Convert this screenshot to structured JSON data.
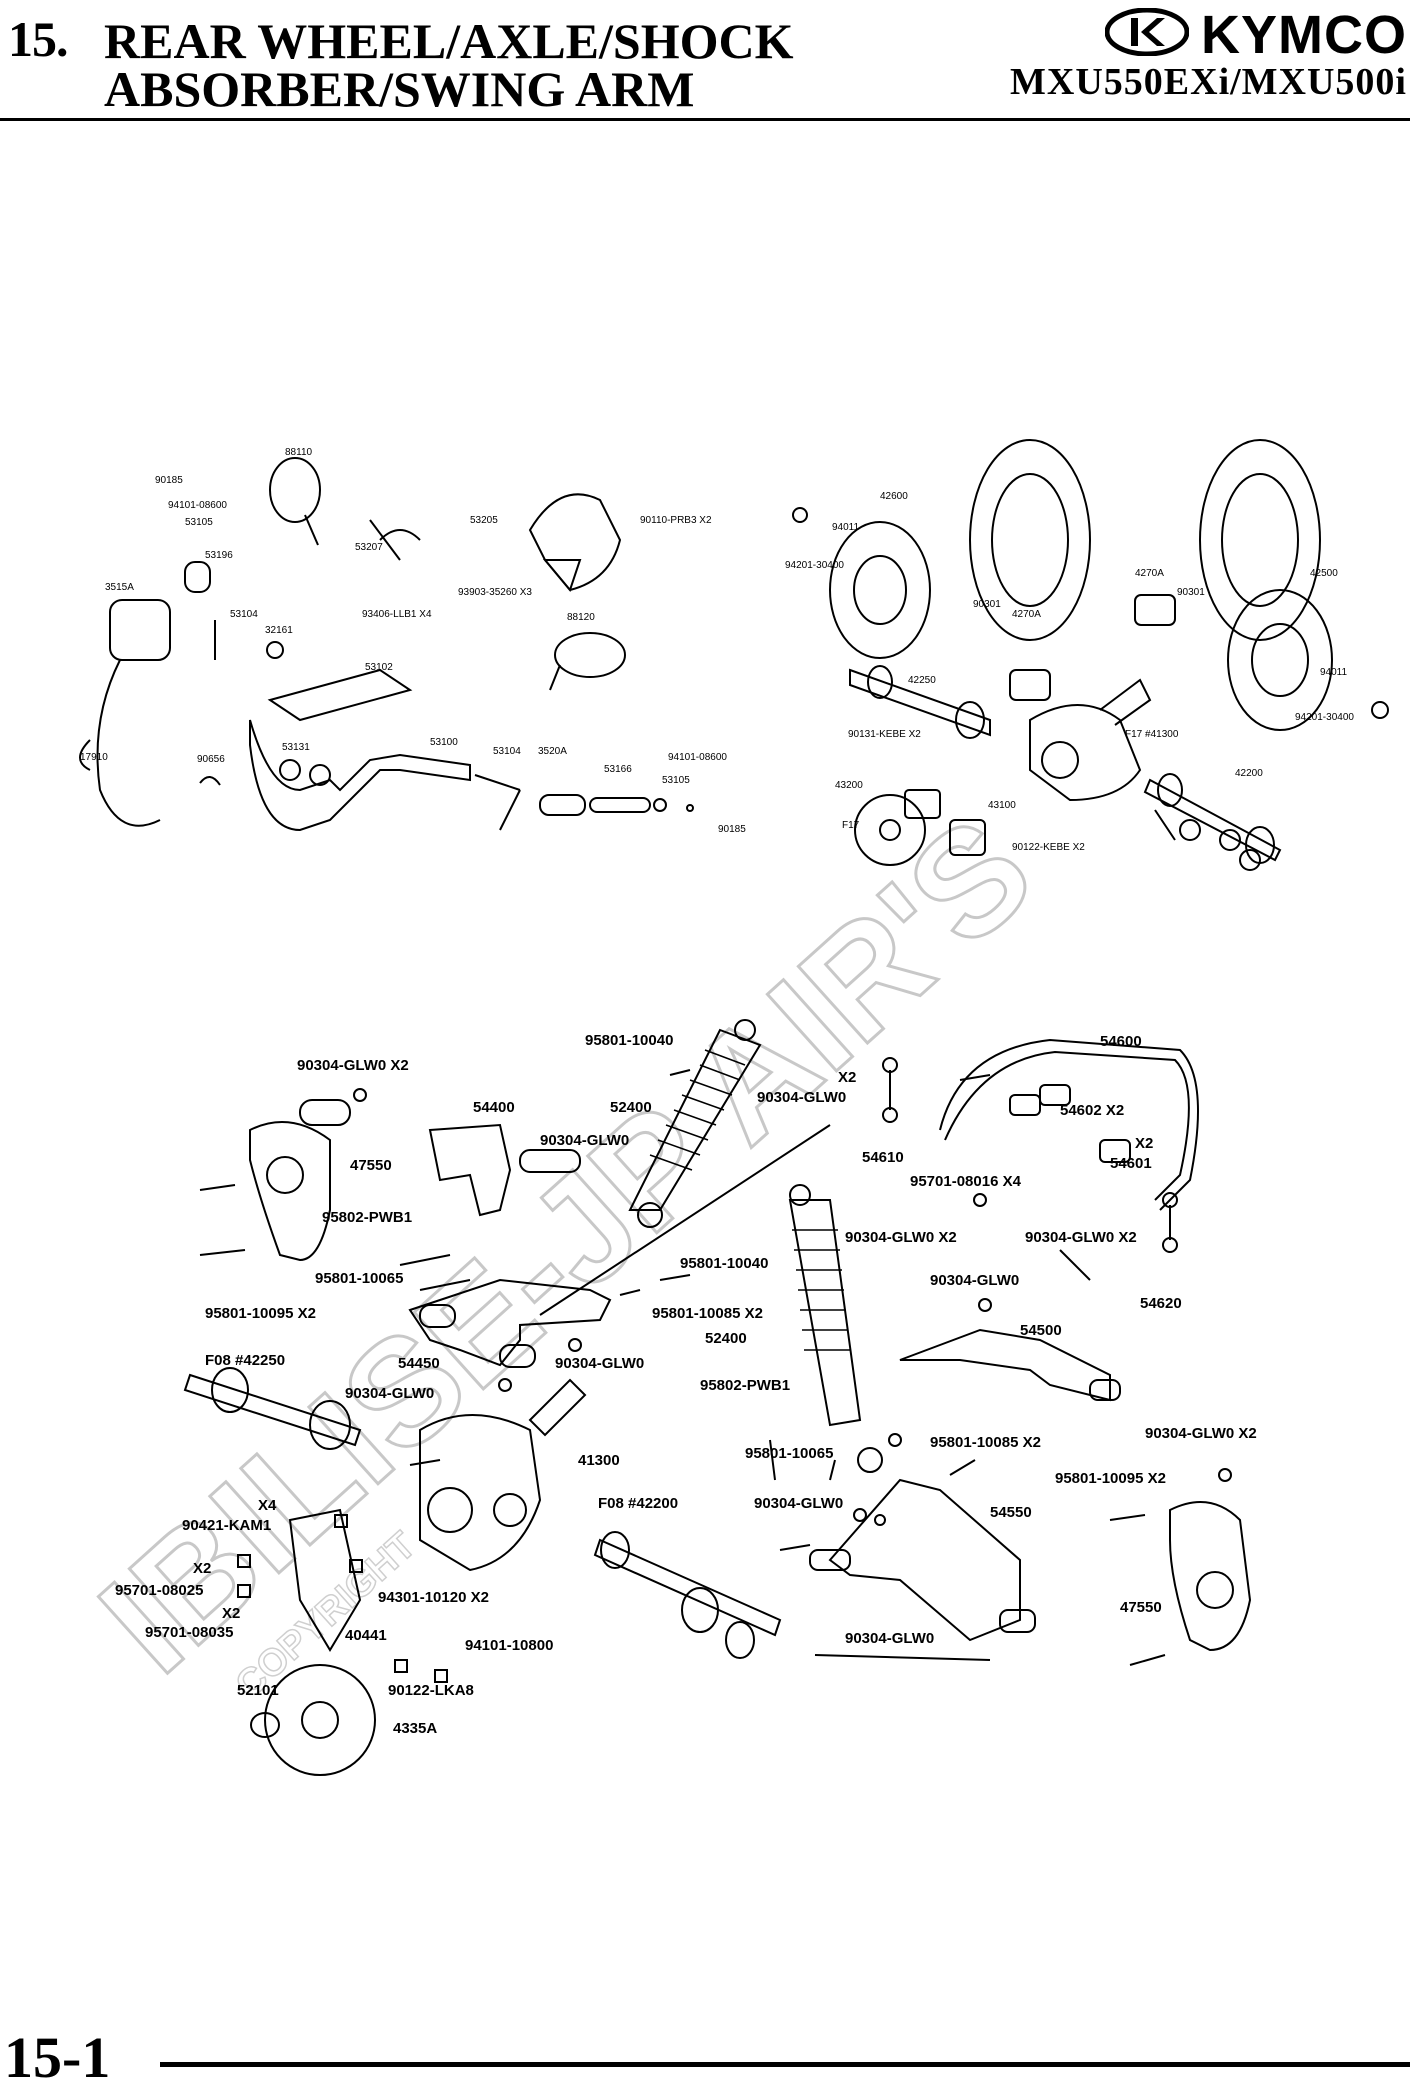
{
  "header": {
    "section_number": "15.",
    "title_line1": "REAR WHEEL/AXLE/SHOCK",
    "title_line2": "ABSORBER/SWING ARM",
    "brand": "KYMCO",
    "model": "MXU550EXi/MXU500i"
  },
  "watermark": {
    "main": "IBILISE-JP AIR'S",
    "sub": "COPYRIGHT"
  },
  "upper_left_labels": [
    "88110",
    "90185",
    "94101-08600",
    "53105",
    "53196",
    "53207",
    "53205",
    "90110-PRB3 X2",
    "93903-35260 X3",
    "3515A",
    "53104",
    "32161",
    "93406-LLB1 X4",
    "53102",
    "88120",
    "17910",
    "90656",
    "53131",
    "53100",
    "53104",
    "3520A",
    "94101-08600",
    "53166",
    "53105",
    "90185"
  ],
  "upper_right_labels": [
    "42600",
    "94011",
    "94201-30400",
    "90301",
    "4270A",
    "4270A",
    "90301",
    "42500",
    "94011",
    "94201-30400",
    "42250",
    "90131-KEBE X2",
    "F17 #41300",
    "43200",
    "43100",
    "F17",
    "90122-KEBE X2",
    "42200"
  ],
  "lower_labels": [
    "95801-10040",
    "90304-GLW0 X2",
    "52400",
    "90304-GLW0",
    "X2",
    "54600",
    "54400",
    "90304-GLW0",
    "54602 X2",
    "47550",
    "54610",
    "X2",
    "54601",
    "95701-08016 X4",
    "95802-PWB1",
    "90304-GLW0 X2",
    "90304-GLW0 X2",
    "95801-10065",
    "95801-10040",
    "90304-GLW0",
    "54620",
    "95801-10095 X2",
    "95801-10085 X2",
    "54500",
    "F08 #42250",
    "54450",
    "90304-GLW0",
    "52400",
    "90304-GLW0",
    "95802-PWB1",
    "90304-GLW0 X2",
    "41300",
    "95801-10065",
    "95801-10085 X2",
    "95801-10095 X2",
    "X4",
    "F08 #42200",
    "90304-GLW0",
    "54550",
    "90421-KAM1",
    "X2",
    "95701-08025",
    "94301-10120 X2",
    "47550",
    "X2",
    "95701-08035",
    "40441",
    "94101-10800",
    "90304-GLW0",
    "52101",
    "90122-LKA8",
    "4335A"
  ],
  "footer": {
    "page_number": "15-1"
  }
}
